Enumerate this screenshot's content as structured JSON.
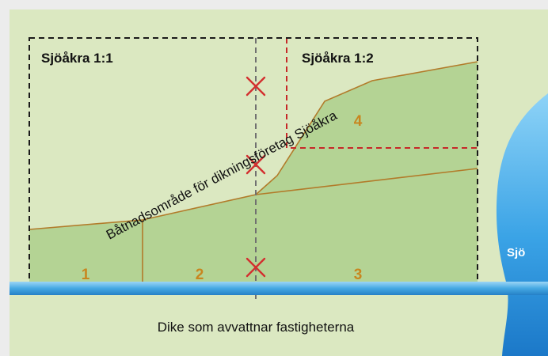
{
  "labels": {
    "property_1": "Sjöåkra 1:1",
    "property_2": "Sjöåkra 1:2",
    "parcel_1": "1",
    "parcel_2": "2",
    "parcel_3": "3",
    "parcel_4": "4",
    "benefit_area": "Båtnadsområde för dikningsföretag Sjöåkra",
    "lake": "Sjö",
    "ditch": "Dike som avvattnar fastigheterna"
  },
  "colors": {
    "background": "#ececec",
    "meadow": "#dbe8c1",
    "benefit_area_fill": "#b4d394",
    "parcel_line": "#b27b2a",
    "boundary": "#1a1a1a",
    "dashed_divider": "#707070",
    "red_dashed": "#c62828",
    "cross_mark": "#d32f2f",
    "ditch_water": "#3b9fd9",
    "lake_water": "#2f8fd8",
    "parcel_number": "#c8861f"
  },
  "icons": {
    "marker": "red-cross-icon"
  }
}
